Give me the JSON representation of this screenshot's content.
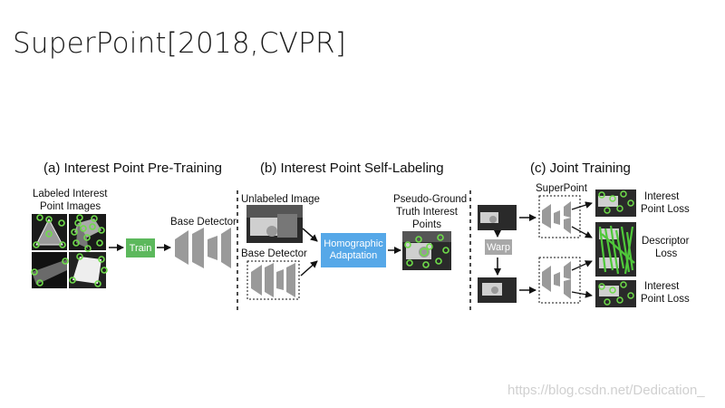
{
  "title": "SuperPoint[2018,CVPR]",
  "sections": {
    "a": "(a) Interest Point Pre-Training",
    "b": "(b) Interest Point Self-Labeling",
    "c": "(c) Joint Training"
  },
  "labels": {
    "labeled_images_1": "Labeled Interest",
    "labeled_images_2": "Point Images",
    "base_detector_a": "Base Detector",
    "unlabeled_image": "Unlabeled Image",
    "base_detector_b": "Base Detector",
    "pseudo_1": "Pseudo-Ground",
    "pseudo_2": "Truth Interest",
    "pseudo_3": "Points",
    "superpoint": "SuperPoint",
    "ip_loss_top_1": "Interest",
    "ip_loss_top_2": "Point Loss",
    "desc_loss_1": "Descriptor",
    "desc_loss_2": "Loss",
    "ip_loss_bot_1": "Interest",
    "ip_loss_bot_2": "Point Loss"
  },
  "boxes": {
    "train": "Train",
    "homographic": "Homographic\nAdaptation",
    "warp": "Warp"
  },
  "colors": {
    "train": "#5cb85c",
    "homographic": "#56a8e8",
    "warp": "#a8a8a8",
    "keypoint": "#6fdc4a"
  },
  "watermark": "https://blog.csdn.net/Dedication_"
}
